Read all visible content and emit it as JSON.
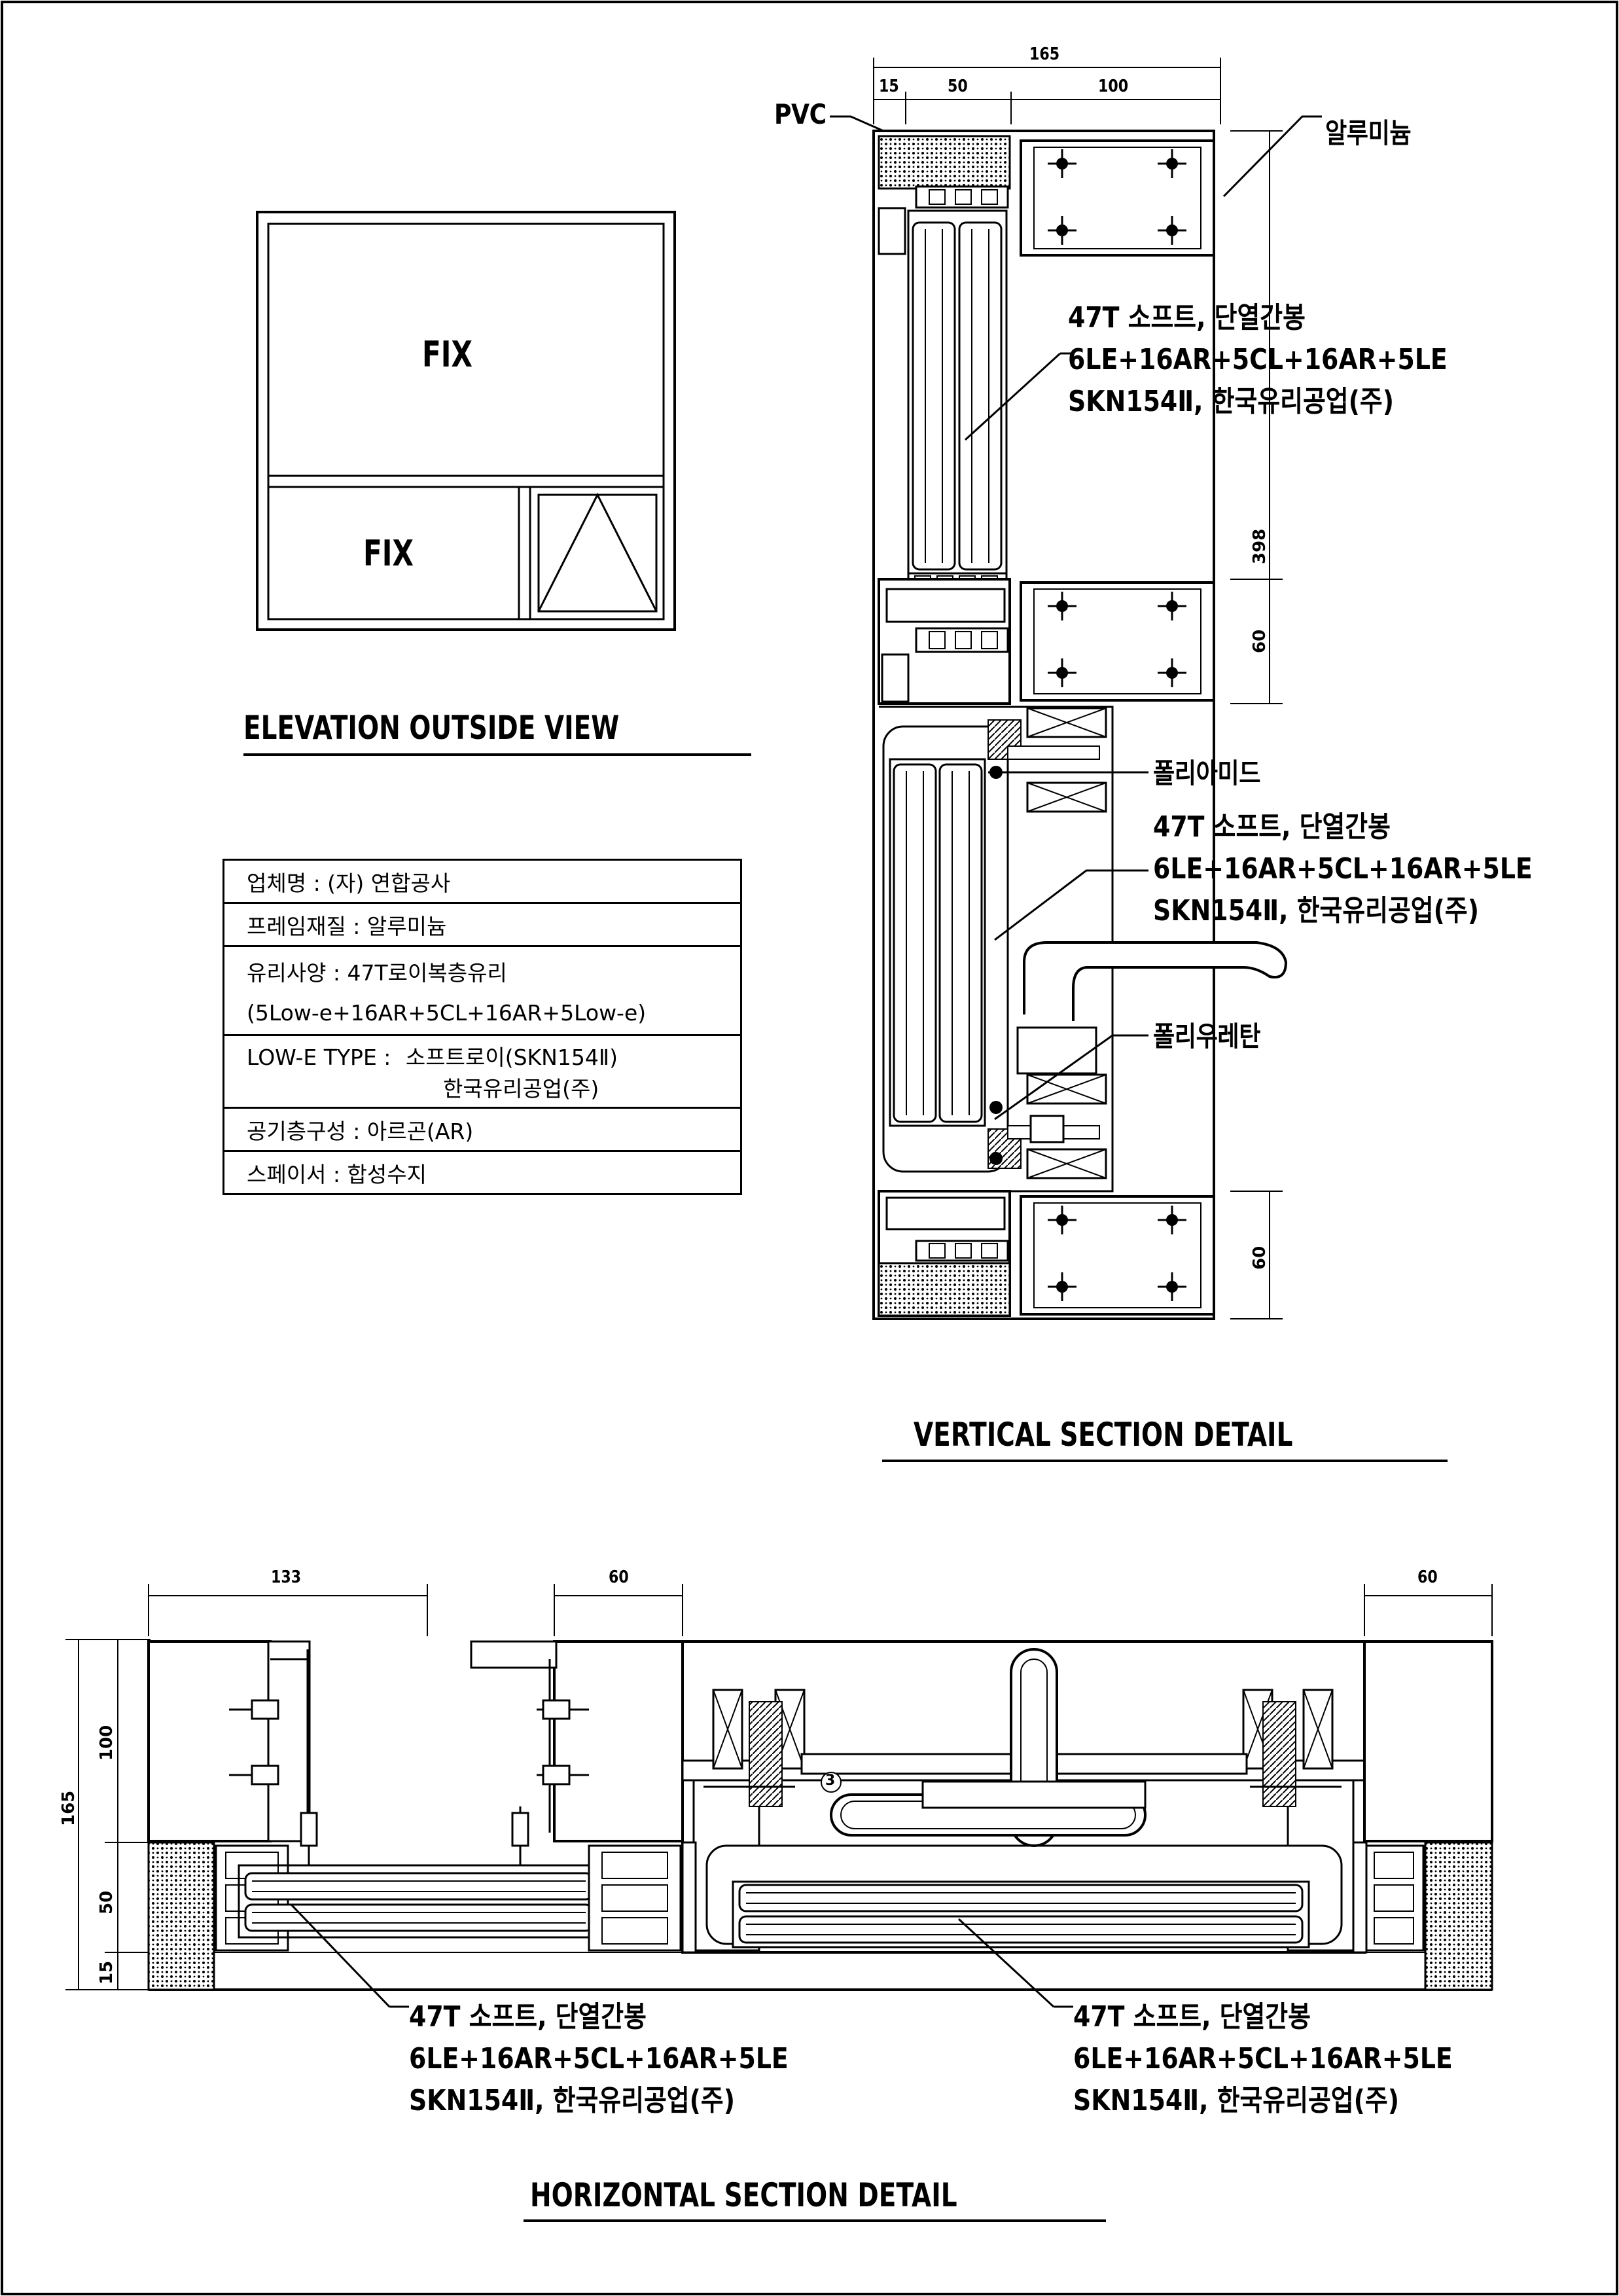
{
  "elevation": {
    "title": "ELEVATION OUTSIDE VIEW",
    "top_label": "FIX",
    "bottom_label": "FIX"
  },
  "spec_table": {
    "company": "업체명 : (자) 연합공사",
    "frame": "프레임재질 : 알루미늄",
    "glass_spec": "유리사양 : 47T로이복층유리",
    "glass_composition": "(5Low-e+16AR+5CL+16AR+5Low-e)",
    "lowe_type_label": "LOW-E TYPE :",
    "lowe_type_value1": "소프트로이(SKN154Ⅱ)",
    "lowe_type_value2": "한국유리공업(주)",
    "air_layer": "공기층구성 : 아르곤(AR)",
    "spacer": "스페이서 : 합성수지"
  },
  "vertical_section": {
    "title": "VERTICAL SECTION DETAIL",
    "label_pvc": "PVC",
    "label_aluminum": "알루미늄",
    "label_polyamide": "폴리아미드",
    "label_polyurethane": "폴리우레탄",
    "glass_callout_top": [
      "47T 소프트, 단열간봉",
      "6LE+16AR+5CL+16AR+5LE",
      "SKN154Ⅱ, 한국유리공업(주)"
    ],
    "glass_callout_mid": [
      "47T 소프트, 단열간봉",
      "6LE+16AR+5CL+16AR+5LE",
      "SKN154Ⅱ, 한국유리공업(주)"
    ],
    "dims": {
      "overall": "165",
      "d15": "15",
      "d50": "50",
      "d100": "100",
      "d398": "398",
      "d60a": "60",
      "d60b": "60"
    }
  },
  "horizontal_section": {
    "title": "HORIZONTAL SECTION DETAIL",
    "glass_callout_left": [
      "47T 소프트, 단열간봉",
      "6LE+16AR+5CL+16AR+5LE",
      "SKN154Ⅱ, 한국유리공업(주)"
    ],
    "glass_callout_right": [
      "47T 소프트, 단열간봉",
      "6LE+16AR+5CL+16AR+5LE",
      "SKN154Ⅱ, 한국유리공업(주)"
    ],
    "circle_marker": "3",
    "dims": {
      "d133": "133",
      "d60a": "60",
      "d60b": "60",
      "d165": "165",
      "d100": "100",
      "d50": "50",
      "d15": "15"
    }
  }
}
